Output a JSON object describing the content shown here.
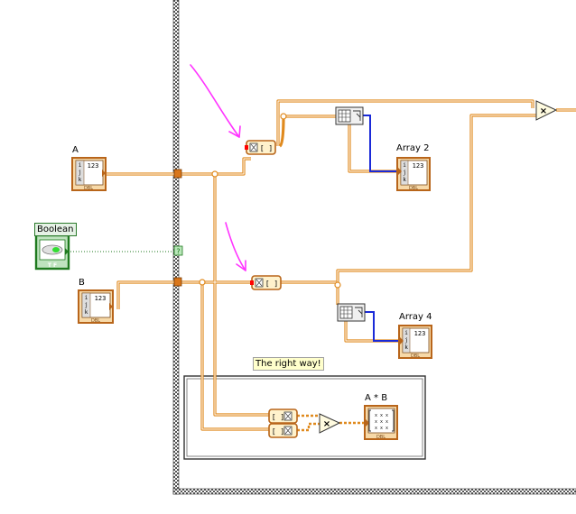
{
  "diagram": {
    "labels": {
      "control_a": "A",
      "control_b": "B",
      "boolean": "Boolean",
      "indicator_array2": "Array 2",
      "indicator_array4": "Array 4",
      "indicator_ab": "A * B",
      "comment": "The right way!"
    },
    "terminal_text": {
      "numeric": "123",
      "index_i": "i",
      "index_j": "j",
      "index_k": "k",
      "dbl": "DBL",
      "tf": "T F",
      "multiply": "×",
      "matrix_rows": "x x x",
      "brackets": "[ ]",
      "question": "?"
    },
    "colors": {
      "wire_dbl": "#e08a1e",
      "wire_array_blue": "#1a2ad8",
      "wire_bool": "#1f7a1f",
      "terminal_border": "#b8651a",
      "terminal_fill": "#f7d9a8",
      "bool_terminal": "#2a7a2a",
      "annotation_arrow": "#ff33ff",
      "frame": "#3a3a3a"
    }
  }
}
